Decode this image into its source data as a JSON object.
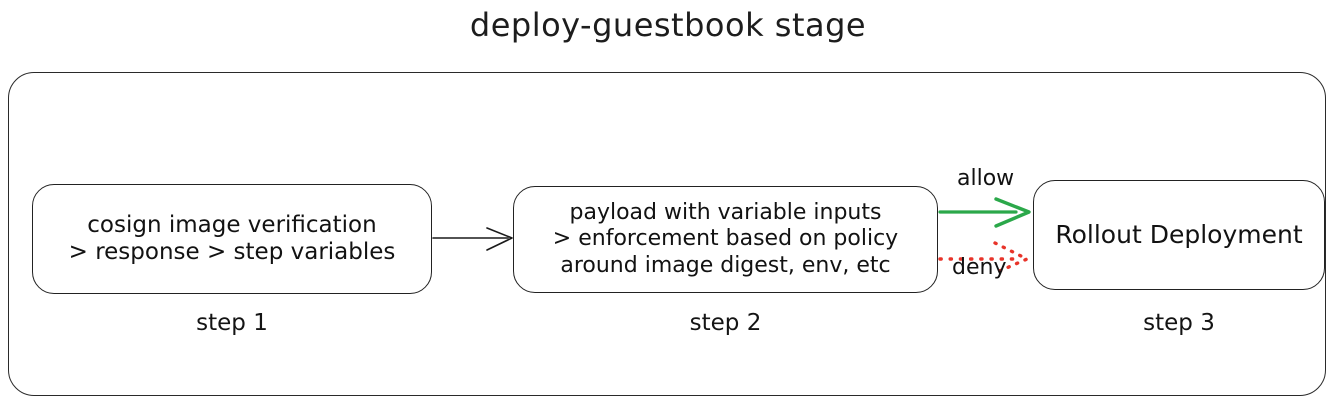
{
  "title": "deploy-guestbook stage",
  "colors": {
    "allow_arrow": "#2BA84A",
    "deny_arrow": "#E8342A",
    "box_border": "#222222",
    "container_border": "#2A2A2A",
    "text": "#121212",
    "background": "#FFFFFF"
  },
  "container": {
    "name": "deploy-guestbook stage container"
  },
  "steps": [
    {
      "id": "step1",
      "caption": "step 1",
      "lines": [
        "cosign image verification",
        "> response > step variables"
      ]
    },
    {
      "id": "step2",
      "caption": "step 2",
      "lines": [
        "payload with variable inputs",
        "> enforcement based on policy",
        "around image digest, env, etc"
      ]
    },
    {
      "id": "step3",
      "caption": "step 3",
      "lines": [
        "Rollout Deployment"
      ]
    }
  ],
  "edges": [
    {
      "id": "edge-step1-step2",
      "label": "",
      "style": "solid",
      "color": "#1A1A1A",
      "from": "step1",
      "to": "step2"
    },
    {
      "id": "edge-allow",
      "label": "allow",
      "style": "solid",
      "color": "#2BA84A",
      "from": "step2",
      "to": "step3"
    },
    {
      "id": "edge-deny",
      "label": "deny",
      "style": "dotted",
      "color": "#E8342A",
      "from": "step2",
      "to": "step3"
    }
  ]
}
